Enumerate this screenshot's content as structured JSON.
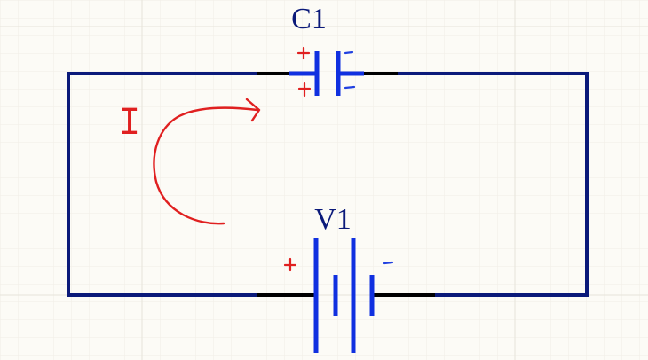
{
  "components": {
    "capacitor": {
      "label": "C1"
    },
    "battery": {
      "label": "V1"
    }
  },
  "annotations": {
    "current_label": "I"
  },
  "colors": {
    "background": "#fcfbf6",
    "grid": "#ece9e0",
    "wire": "#0b1a7a",
    "lead": "#000000",
    "component": "#1030e0",
    "annotation_red": "#e02020",
    "annotation_blue": "#2040e0",
    "label": "#0b1a7a"
  }
}
